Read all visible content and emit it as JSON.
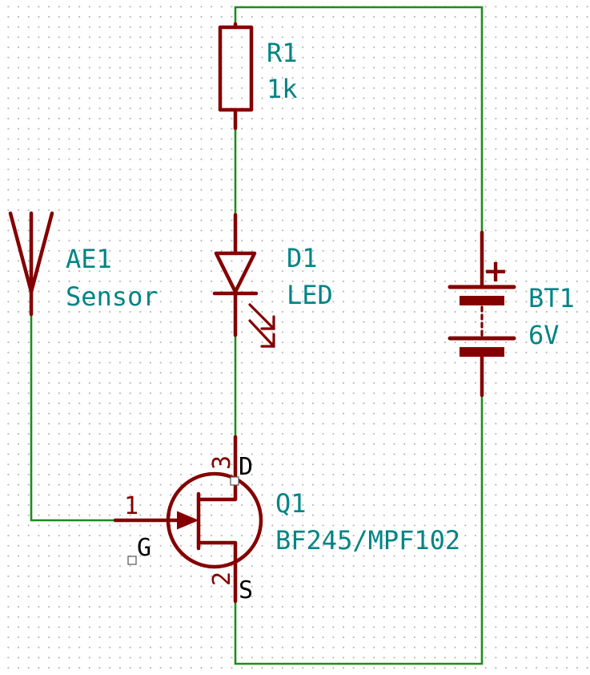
{
  "components": {
    "r1": {
      "ref": "R1",
      "value": "1k"
    },
    "d1": {
      "ref": "D1",
      "value": "LED"
    },
    "ae1": {
      "ref": "AE1",
      "value": "Sensor"
    },
    "bt1": {
      "ref": "BT1",
      "value": "6V",
      "plus": "+"
    },
    "q1": {
      "ref": "Q1",
      "value": "BF245/MPF102",
      "pins": {
        "gate": {
          "number": "1",
          "name": "G"
        },
        "drain": {
          "number": "3",
          "name": "D"
        },
        "source": {
          "number": "2",
          "name": "S"
        }
      }
    }
  },
  "colors": {
    "wire": "#1e8c1e",
    "symbol": "#840000",
    "reference_text": "#008484",
    "pin_name_text": "#000000",
    "grid_dots": "#b4b4b4",
    "background": "#ffffff"
  }
}
